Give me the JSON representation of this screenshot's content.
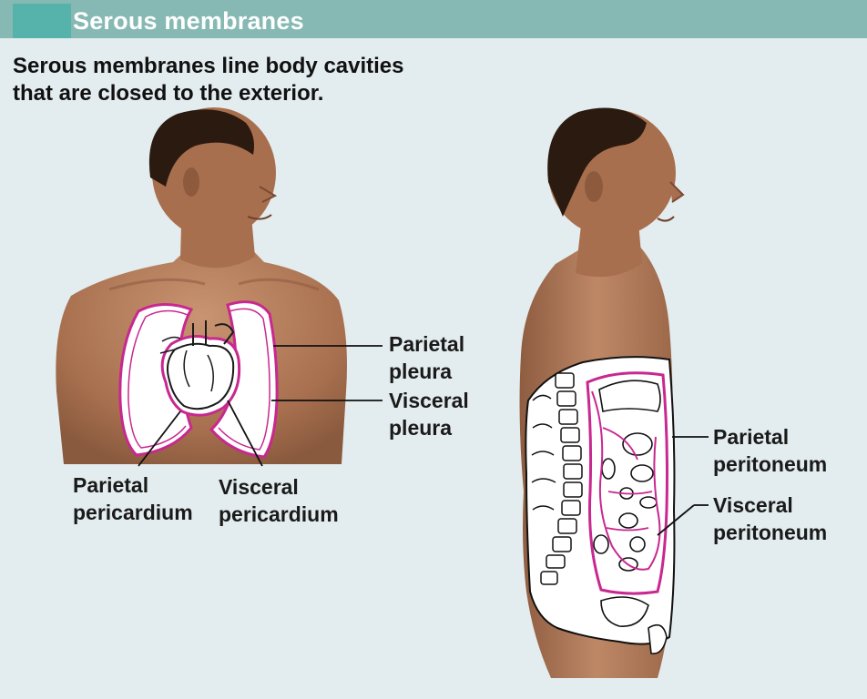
{
  "header": {
    "title": "Serous membranes"
  },
  "subtitle": {
    "line1": "Serous membranes line body cavities",
    "line2": "that are closed to the exterior."
  },
  "labels": {
    "parietal_pleura": [
      "Parietal",
      "pleura"
    ],
    "visceral_pleura": [
      "Visceral",
      "pleura"
    ],
    "parietal_pericardium": [
      "Parietal",
      "pericardium"
    ],
    "visceral_pericardium": [
      "Visceral",
      "pericardium"
    ],
    "parietal_peritoneum": [
      "Parietal",
      "peritoneum"
    ],
    "visceral_peritoneum": [
      "Visceral",
      "peritoneum"
    ]
  },
  "colors": {
    "background": "#e3ecee",
    "header_bar": "#86b9b3",
    "header_tab": "#55b3ac",
    "membrane_magenta": "#c8288f",
    "skin": "#b07a58",
    "hair": "#2b1a10"
  }
}
